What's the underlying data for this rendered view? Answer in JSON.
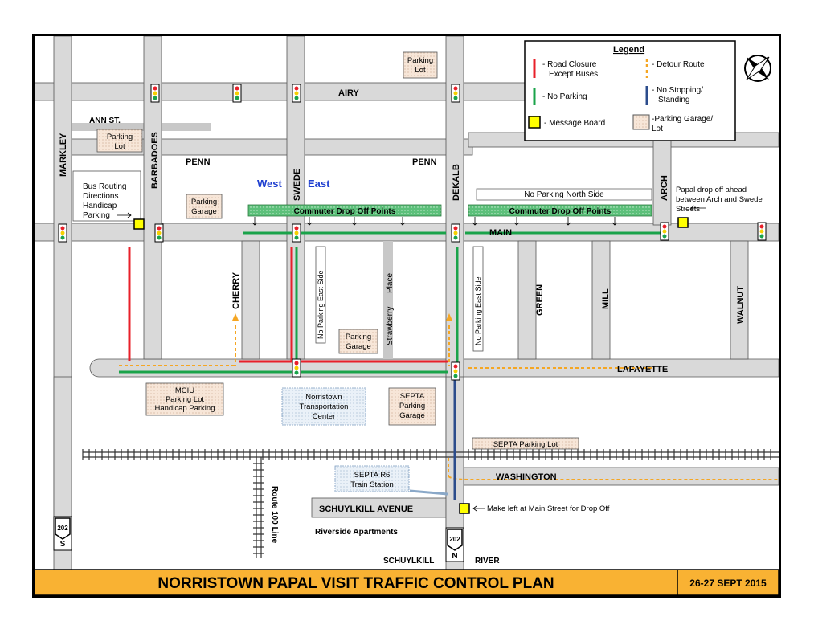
{
  "title": "NORRISTOWN PAPAL VISIT TRAFFIC CONTROL PLAN",
  "date": "26-27 SEPT 2015",
  "legend": {
    "heading": "Legend",
    "road_closure": "- Road Closure Except Buses",
    "road_closure_l1": "- Road Closure",
    "road_closure_l2": "Except Buses",
    "detour": "- Detour Route",
    "no_parking": "- No Parking",
    "no_stopping_l1": "- No Stopping/",
    "no_stopping_l2": "Standing",
    "message_board": "- Message Board",
    "garage_l1": "-Parking Garage/",
    "garage_l2": "Lot",
    "colors": {
      "road_closure": "#e8202a",
      "detour": "#f5a623",
      "no_parking": "#1aa34a",
      "no_stopping": "#2b4c8c",
      "message_board": "#ffff00",
      "garage": "#f6e2d0",
      "road": "#d9d9d9",
      "title_bar": "#f9b233"
    }
  },
  "streets": {
    "airy": "AIRY",
    "ann": "ANN ST.",
    "penn_w": "PENN",
    "penn_e": "PENN",
    "main": "MAIN",
    "lafayette": "LAFAYETTE",
    "washington": "WASHINGTON",
    "schuylkill_ave": "SCHUYLKILL AVENUE",
    "schuylkill": "SCHUYLKILL",
    "river": "RIVER",
    "markley": "MARKLEY",
    "barbadoes": "BARBADOES",
    "swede": "SWEDE",
    "dekalb": "DEKALB",
    "arch": "ARCH",
    "cherry": "CHERRY",
    "green": "GREEN",
    "mill": "MILL",
    "walnut": "WALNUT",
    "strawberry": "Strawberry",
    "place": "Place",
    "route100": "Route 100 Line"
  },
  "shields": {
    "s_num": "202",
    "s_dir": "S",
    "n_num": "202",
    "n_dir": "N"
  },
  "labels": {
    "west": "West",
    "east": "East",
    "commuter1": "Commuter Drop Off Points",
    "commuter2": "Commuter Drop Off Points",
    "no_parking_north": "No Parking North Side",
    "no_parking_east1": "No Parking East Side",
    "no_parking_east2": "No Parking East Side",
    "bus_routing_1": "Bus Routing",
    "bus_routing_2": "Directions",
    "bus_routing_3": "Handicap",
    "bus_routing_4": "Parking",
    "papal_1": "Papal drop off ahead",
    "papal_2": "between Arch and Swede",
    "papal_3": "Streets",
    "make_left": "Make left at Main Street for Drop Off",
    "riverside": "Riverside Apartments",
    "transport_1": "Norristown",
    "transport_2": "Transportation",
    "transport_3": "Center",
    "train_1": "SEPTA R6",
    "train_2": "Train Station",
    "septa_lot": "SEPTA Parking Lot"
  },
  "garages": {
    "airy_lot_1": "Parking",
    "airy_lot_2": "Lot",
    "ann_lot_1": "Parking",
    "ann_lot_2": "Lot",
    "barb_garage_1": "Parking",
    "barb_garage_2": "Garage",
    "straw_garage_1": "Parking",
    "straw_garage_2": "Garage",
    "mciu_1": "MCIU",
    "mciu_2": "Parking Lot",
    "mciu_3": "Handicap Parking",
    "septa_garage_1": "SEPTA",
    "septa_garage_2": "Parking",
    "septa_garage_3": "Garage"
  }
}
